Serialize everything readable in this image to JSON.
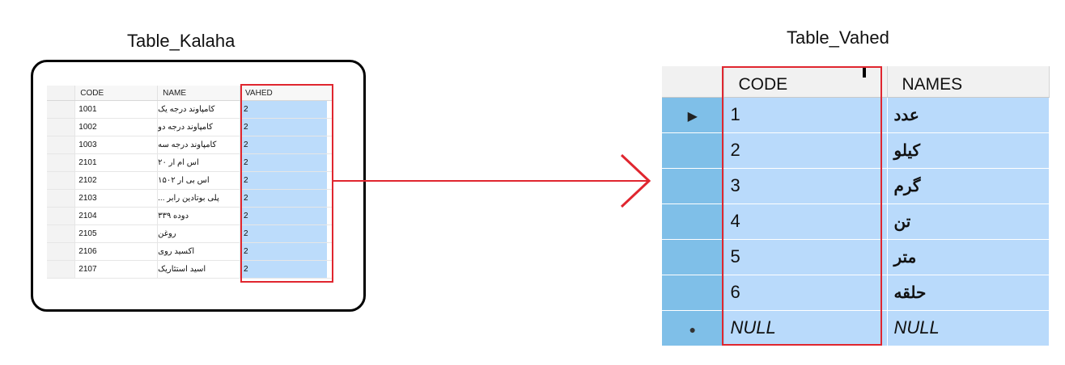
{
  "left": {
    "title": "Table_Kalaha",
    "columns": [
      "CODE",
      "NAME",
      "VAHED"
    ],
    "rows": [
      {
        "code": "1001",
        "name": "کامپاوند درجه یک",
        "vahed": "2"
      },
      {
        "code": "1002",
        "name": "کامپاوند درجه دو",
        "vahed": "2"
      },
      {
        "code": "1003",
        "name": "کامپاوند درجه سه",
        "vahed": "2"
      },
      {
        "code": "2101",
        "name": "اس ام ار ۲۰",
        "vahed": "2"
      },
      {
        "code": "2102",
        "name": "اس بی ار ۱۵۰۲",
        "vahed": "2"
      },
      {
        "code": "2103",
        "name": "پلی بوتادین رابر ...",
        "vahed": "2"
      },
      {
        "code": "2104",
        "name": "دوده ۳۳۹",
        "vahed": "2"
      },
      {
        "code": "2105",
        "name": "روغن",
        "vahed": "2"
      },
      {
        "code": "2106",
        "name": "اکسید روی",
        "vahed": "2"
      },
      {
        "code": "2107",
        "name": "اسید استئاریک",
        "vahed": "2"
      }
    ]
  },
  "right": {
    "title": "Table_Vahed",
    "columns": [
      "CODE",
      "NAMES"
    ],
    "rows": [
      {
        "code": "1",
        "name": "عدد"
      },
      {
        "code": "2",
        "name": "کیلو"
      },
      {
        "code": "3",
        "name": "گرم"
      },
      {
        "code": "4",
        "name": "تن"
      },
      {
        "code": "5",
        "name": "متر"
      },
      {
        "code": "6",
        "name": "حلقه"
      },
      {
        "code": "NULL",
        "name": "NULL"
      }
    ]
  },
  "colors": {
    "highlight": "#e0262f",
    "selection": "#b9dafb",
    "row_header": "#7fbfe8"
  },
  "icons": {
    "current_row": "row-pointer-icon",
    "new_row": "new-row-icon"
  }
}
